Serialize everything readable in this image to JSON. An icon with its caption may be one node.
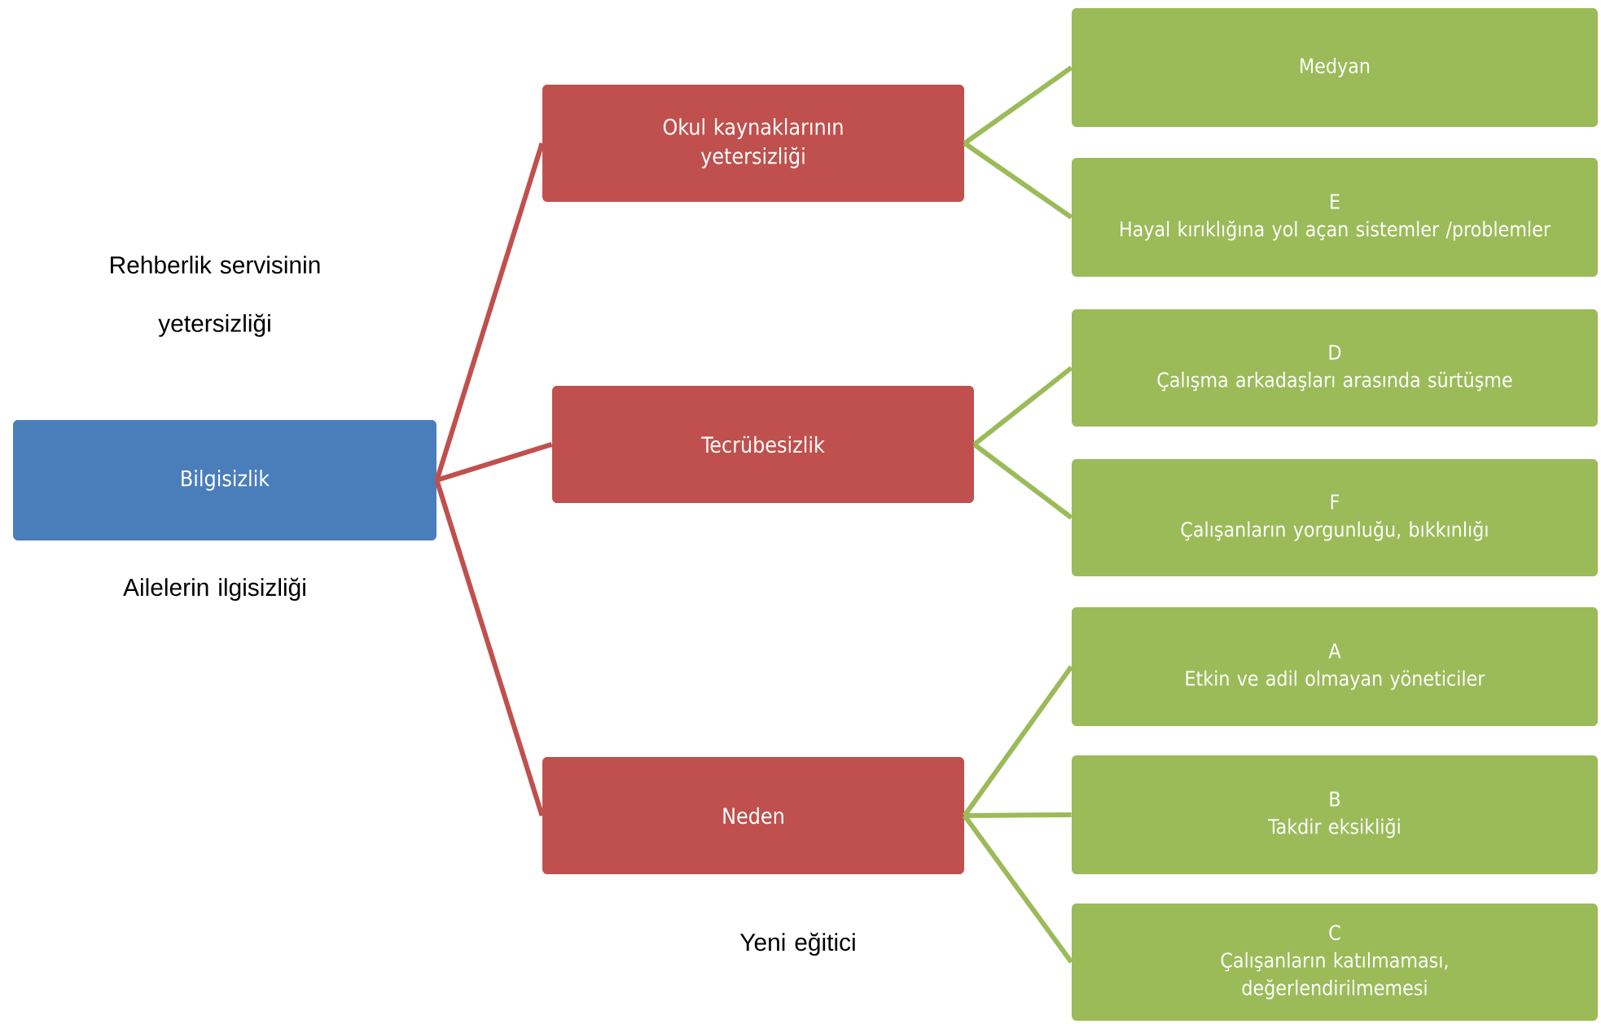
{
  "diagram": {
    "nodes": [
      {
        "text": [
          "Bilgisizlik"
        ]
      },
      {
        "text": [
          "Okul kaynaklarının yetersizliği"
        ]
      },
      {
        "text": [
          "Tecrübesizlik"
        ]
      },
      {
        "text": [
          "Neden"
        ]
      },
      {
        "text": [
          "Medyan"
        ]
      },
      {
        "text": [
          "E",
          "Hayal kırıklığına yol açan sistemler /problemler"
        ]
      },
      {
        "text": [
          "D",
          "Çalışma arkadaşları arasında sürtüşme"
        ]
      },
      {
        "text": [
          "F",
          "Çalışanların yorgunluğu, bıkkınlığı"
        ]
      },
      {
        "text": [
          "A",
          "Etkin ve adil olmayan yöneticiler"
        ]
      },
      {
        "text": [
          "B",
          "Takdir eksikliği"
        ]
      },
      {
        "text": [
          "C",
          "Çalışanların katılmaması, değerlendirilmemesi"
        ]
      }
    ],
    "edges": [
      {
        "from": 0,
        "to": 1,
        "arrow": "none",
        "color": "#c0504d"
      },
      {
        "from": 0,
        "to": 2,
        "arrow": "none",
        "color": "#c0504d"
      },
      {
        "from": 0,
        "to": 3,
        "arrow": "none",
        "color": "#c0504d"
      },
      {
        "from": 1,
        "to": 4,
        "arrow": "none"
      },
      {
        "from": 1,
        "to": 5,
        "arrow": "none"
      },
      {
        "from": 2,
        "to": 6,
        "arrow": "none"
      },
      {
        "from": 2,
        "to": 7,
        "arrow": "none"
      },
      {
        "from": 3,
        "to": 8,
        "arrow": "none"
      },
      {
        "from": 3,
        "to": 9,
        "arrow": "none"
      },
      {
        "from": 3,
        "to": 10,
        "arrow": "none"
      }
    ],
    "labels": [
      "Rehberlik servisinin yetersizliği",
      "Ailelerin ilgisizliği",
      "Yeni eğitici"
    ]
  }
}
